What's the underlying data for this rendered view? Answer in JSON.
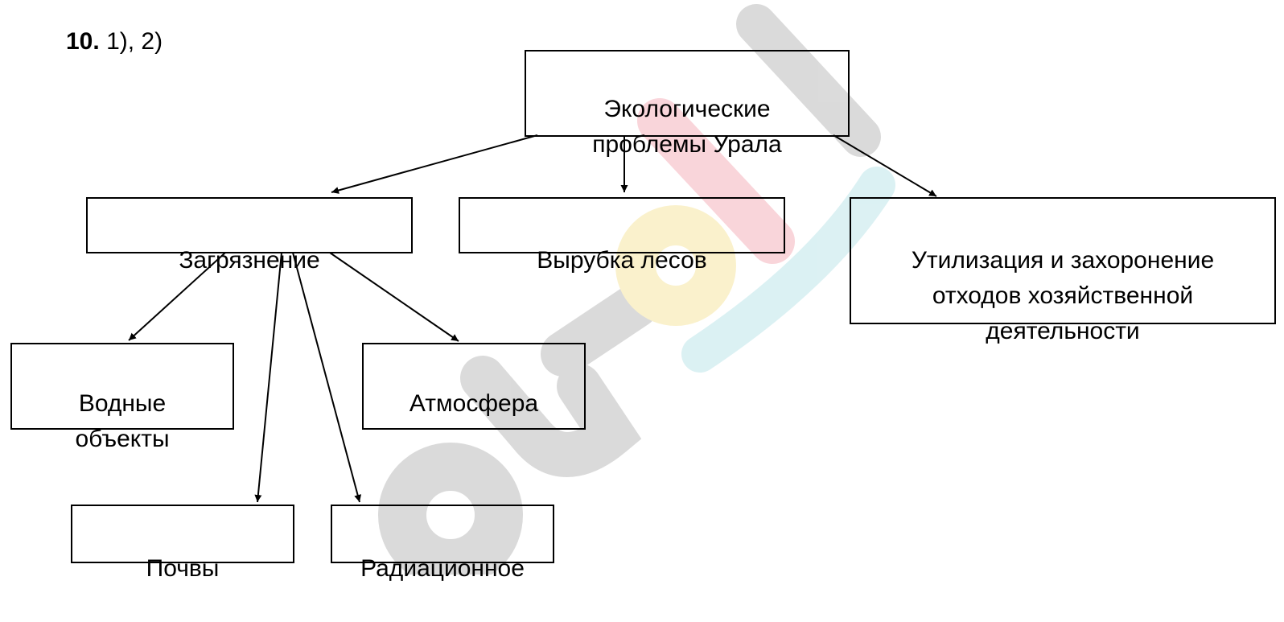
{
  "task": {
    "number": "10.",
    "parts": "1), 2)"
  },
  "diagram": {
    "root": "Экологические\nпроблемы Урала",
    "nodes": {
      "pollution": "Загрязнение",
      "deforestation": "Вырубка лесов",
      "waste": "Утилизация и захоронение\nотходов хозяйственной\nдеятельности",
      "water": "Водные\nобъекты",
      "atmosphere": "Атмосфера",
      "soils": "Почвы",
      "radiation": "Радиационное"
    }
  },
  "watermark": {
    "text": "euroki",
    "colors": [
      "#bdbdbd",
      "#bdbdbd",
      "#f5b3bd",
      "#f7e7a4",
      "#bfe6ea",
      "#bdbdbd"
    ]
  }
}
